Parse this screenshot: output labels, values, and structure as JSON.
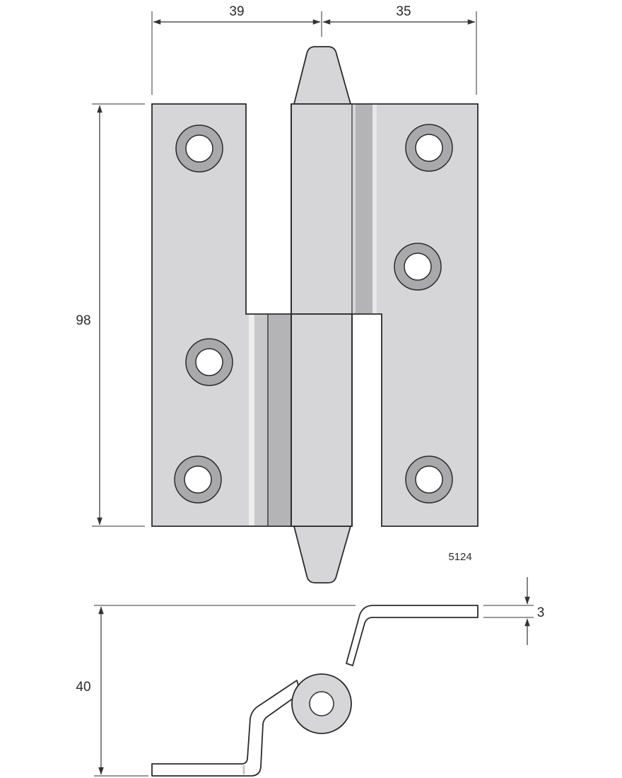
{
  "dimensions": {
    "left_leaf_width": "39",
    "right_leaf_width": "35",
    "height": "98",
    "thickness": "3",
    "profile_height": "40"
  },
  "part_number": "5124",
  "colors": {
    "leaf_fill": "#d6d6d8",
    "knuckle_shade": "#b4b4b6",
    "hole_ring": "#a9a9ab",
    "outline": "#2b2b2b",
    "dimension_line": "#333333"
  }
}
